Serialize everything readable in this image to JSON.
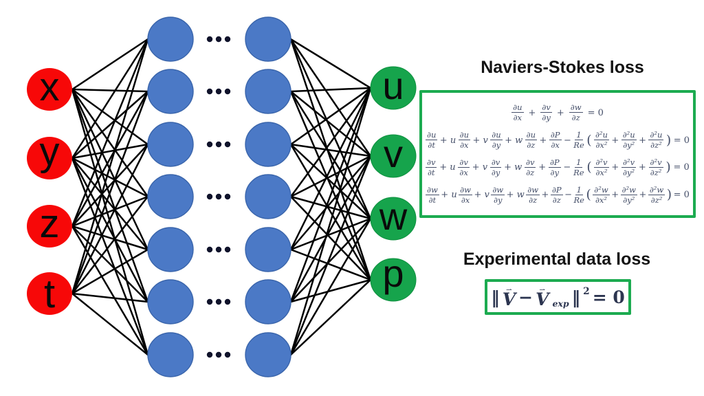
{
  "figure": {
    "network": {
      "input_labels": [
        "x",
        "y",
        "z",
        "t"
      ],
      "output_labels": [
        "u",
        "v",
        "w",
        "p"
      ],
      "hidden_columns": 2,
      "hidden_nodes_per_column": 7,
      "ellipsis_rows": 7,
      "ellipsis_symbol": "···",
      "colors": {
        "input_node": "#f70808",
        "hidden_node": "#4b79c6",
        "hidden_node_border": "#3a65ab",
        "output_node": "#16a44c",
        "output_node_border": "#0f9140",
        "edge": "#000000",
        "ellipsis_dots": "#10132b",
        "node_label": "#0a0a0a"
      }
    },
    "navier_stokes_loss": {
      "title": "Naviers-Stokes loss",
      "box_border_color": "#1cab50",
      "equation_text_color": "#454f69",
      "equations": [
        [
          {
            "f": [
              "∂u",
              "∂x"
            ]
          },
          {
            "t": "+"
          },
          {
            "f": [
              "∂v",
              "∂y"
            ]
          },
          {
            "t": "+"
          },
          {
            "f": [
              "∂w",
              "∂z"
            ]
          },
          {
            "t": "= 0"
          }
        ],
        [
          {
            "f": [
              "∂u",
              "∂t"
            ]
          },
          {
            "t": "+ u"
          },
          {
            "f": [
              "∂u",
              "∂x"
            ]
          },
          {
            "t": "+ v"
          },
          {
            "f": [
              "∂u",
              "∂y"
            ]
          },
          {
            "t": "+ w"
          },
          {
            "f": [
              "∂u",
              "∂z"
            ]
          },
          {
            "t": "+"
          },
          {
            "f": [
              "∂P",
              "∂x"
            ]
          },
          {
            "t": "−"
          },
          {
            "f": [
              "1",
              "Re"
            ]
          },
          {
            "t": "("
          },
          {
            "f": [
              "∂²u",
              "∂x²"
            ]
          },
          {
            "t": "+"
          },
          {
            "f": [
              "∂²u",
              "∂y²"
            ]
          },
          {
            "t": "+"
          },
          {
            "f": [
              "∂²u",
              "∂z²"
            ]
          },
          {
            "t": ")"
          },
          {
            "t": "= 0"
          }
        ],
        [
          {
            "f": [
              "∂v",
              "∂t"
            ]
          },
          {
            "t": "+ u"
          },
          {
            "f": [
              "∂v",
              "∂x"
            ]
          },
          {
            "t": "+ v"
          },
          {
            "f": [
              "∂v",
              "∂y"
            ]
          },
          {
            "t": "+ w"
          },
          {
            "f": [
              "∂v",
              "∂z"
            ]
          },
          {
            "t": "+"
          },
          {
            "f": [
              "∂P",
              "∂y"
            ]
          },
          {
            "t": "−"
          },
          {
            "f": [
              "1",
              "Re"
            ]
          },
          {
            "t": "("
          },
          {
            "f": [
              "∂²v",
              "∂x²"
            ]
          },
          {
            "t": "+"
          },
          {
            "f": [
              "∂²v",
              "∂y²"
            ]
          },
          {
            "t": "+"
          },
          {
            "f": [
              "∂²v",
              "∂z²"
            ]
          },
          {
            "t": ")"
          },
          {
            "t": "= 0"
          }
        ],
        [
          {
            "f": [
              "∂w",
              "∂t"
            ]
          },
          {
            "t": "+ u"
          },
          {
            "f": [
              "∂w",
              "∂x"
            ]
          },
          {
            "t": "+ v"
          },
          {
            "f": [
              "∂w",
              "∂y"
            ]
          },
          {
            "t": "+ w"
          },
          {
            "f": [
              "∂w",
              "∂z"
            ]
          },
          {
            "t": "+"
          },
          {
            "f": [
              "∂P",
              "∂z"
            ]
          },
          {
            "t": "−"
          },
          {
            "f": [
              "1",
              "Re"
            ]
          },
          {
            "t": "("
          },
          {
            "f": [
              "∂²w",
              "∂x²"
            ]
          },
          {
            "t": "+"
          },
          {
            "f": [
              "∂²w",
              "∂y²"
            ]
          },
          {
            "t": "+"
          },
          {
            "f": [
              "∂²w",
              "∂z²"
            ]
          },
          {
            "t": ")"
          },
          {
            "t": "= 0"
          }
        ]
      ]
    },
    "experimental_data_loss": {
      "title": "Experimental data loss",
      "box_border_color": "#1cab50",
      "equation": [
        {
          "t": "‖"
        },
        {
          "vec": "V"
        },
        {
          "t": "−"
        },
        {
          "vec": "V",
          "sub": "exp"
        },
        {
          "t": "‖"
        },
        {
          "sup": "2"
        },
        {
          "t": "= 0"
        }
      ]
    }
  }
}
